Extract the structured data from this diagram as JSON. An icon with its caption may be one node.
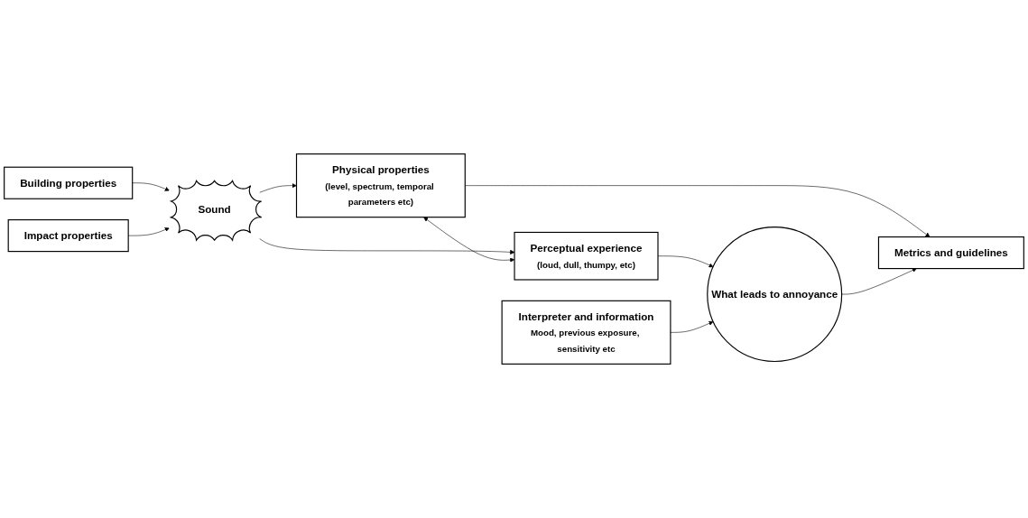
{
  "diagram": {
    "nodes": [
      {
        "text": [
          "Building properties"
        ]
      },
      {
        "text": [
          "Sound"
        ]
      },
      {
        "text": [
          "Impact properties"
        ]
      },
      {
        "text": [
          "Physical properties",
          "(level, spectrum, temporal parameters etc)"
        ]
      },
      {
        "text": [
          "Perceptual experience",
          "(loud, dull, thumpy, etc)"
        ]
      },
      {
        "text": [
          "Metrics and guidelines"
        ]
      },
      {
        "text": [
          "What leads to annoyance"
        ]
      },
      {
        "text": [
          "Interpreter and information",
          "Mood, previous exposure, sensitivity etc"
        ]
      }
    ],
    "edges": [
      {
        "from": 0,
        "to": 1,
        "arrow": "to"
      },
      {
        "from": 2,
        "to": 1,
        "arrow": "to"
      },
      {
        "from": 1,
        "to": 3,
        "arrow": "to"
      },
      {
        "from": 1,
        "to": 4,
        "arrow": "to"
      },
      {
        "from": 3,
        "to": 4,
        "arrow": "both"
      },
      {
        "from": 3,
        "to": 5,
        "arrow": "to"
      },
      {
        "from": 4,
        "to": 6,
        "arrow": "to"
      },
      {
        "from": 7,
        "to": 6,
        "arrow": "to"
      },
      {
        "from": 6,
        "to": 5,
        "arrow": "to"
      }
    ]
  }
}
